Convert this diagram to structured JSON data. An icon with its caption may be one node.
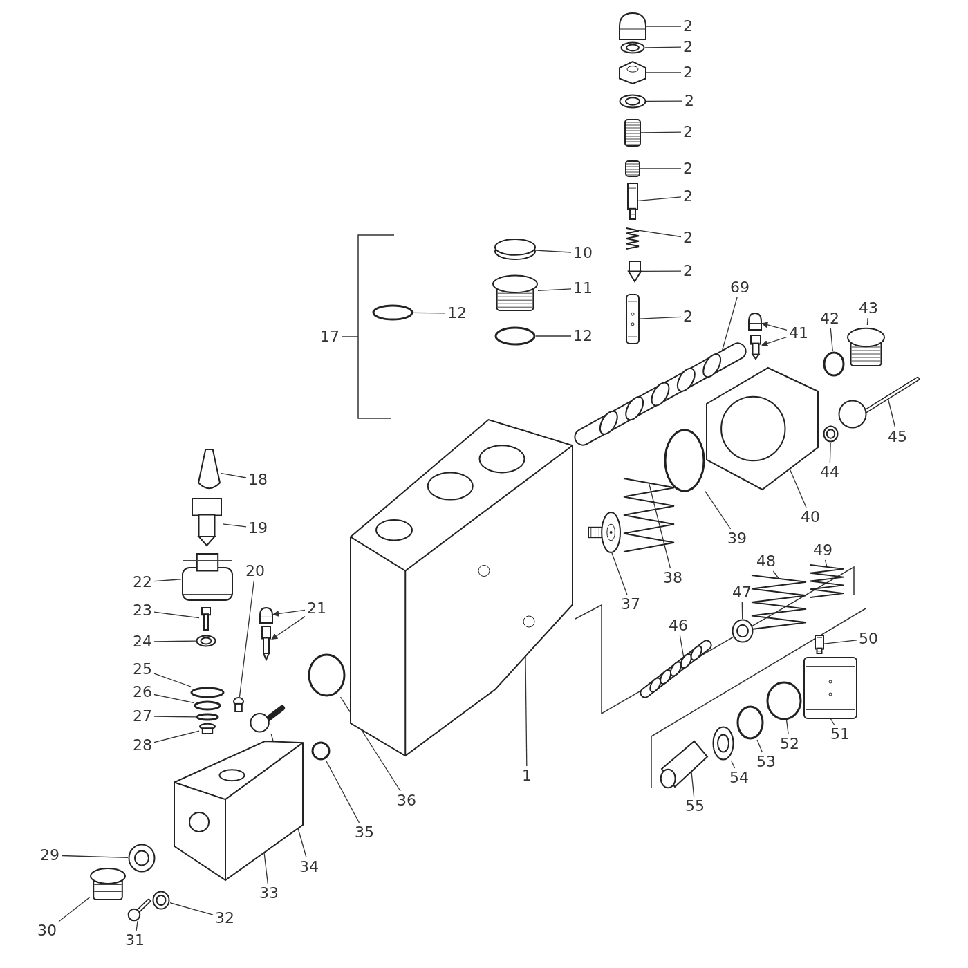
{
  "diagram": {
    "nodes": [
      {
        "text": [
          "2"
        ]
      },
      {
        "text": [],
        "shape": "picture"
      },
      {
        "text": [
          "2"
        ]
      },
      {
        "text": [],
        "shape": "circle"
      },
      {
        "text": [
          "2"
        ]
      },
      {
        "text": [],
        "shape": "picture"
      },
      {
        "text": [
          "2"
        ]
      },
      {
        "text": [],
        "shape": "circle"
      },
      {
        "text": [
          "2"
        ]
      },
      {
        "text": [],
        "shape": "picture"
      },
      {
        "text": [
          "2"
        ]
      },
      {
        "text": [],
        "shape": "picture"
      },
      {
        "text": [
          "2"
        ]
      },
      {
        "text": [],
        "shape": "box"
      },
      {
        "text": [
          "2"
        ]
      },
      {
        "text": [],
        "shape": "picture"
      },
      {
        "text": [
          "2"
        ]
      },
      {
        "text": [],
        "shape": "picture"
      },
      {
        "text": [
          "2"
        ]
      },
      {
        "text": [],
        "shape": "box"
      },
      {
        "text": [
          "10"
        ]
      },
      {
        "text": [],
        "shape": "circle"
      },
      {
        "text": [
          "11"
        ]
      },
      {
        "text": [],
        "shape": "picture"
      },
      {
        "text": [
          "12"
        ]
      },
      {
        "text": [],
        "shape": "circle"
      },
      {
        "text": [
          "12"
        ]
      },
      {
        "text": [],
        "shape": "circle"
      },
      {
        "text": [
          "69"
        ]
      },
      {
        "text": [],
        "shape": "picture"
      },
      {
        "text": [
          "41"
        ]
      },
      {
        "text": [],
        "shape": "picture"
      },
      {
        "text": [],
        "shape": "picture"
      },
      {
        "text": [
          "42"
        ]
      },
      {
        "text": [],
        "shape": "circle"
      },
      {
        "text": [
          "43"
        ]
      },
      {
        "text": [],
        "shape": "picture"
      },
      {
        "text": [
          "45"
        ]
      },
      {
        "text": [],
        "shape": "picture"
      },
      {
        "text": [
          "44"
        ]
      },
      {
        "text": [],
        "shape": "circle"
      },
      {
        "text": [
          "40"
        ]
      },
      {
        "text": [],
        "shape": "picture"
      },
      {
        "text": [
          "39"
        ]
      },
      {
        "text": [],
        "shape": "circle"
      },
      {
        "text": [
          "38"
        ]
      },
      {
        "text": [],
        "shape": "picture"
      },
      {
        "text": [
          "37"
        ]
      },
      {
        "text": [],
        "shape": "picture"
      },
      {
        "text": [
          "18"
        ]
      },
      {
        "text": [],
        "shape": "picture"
      },
      {
        "text": [
          "19"
        ]
      },
      {
        "text": [],
        "shape": "picture"
      },
      {
        "text": [
          "22"
        ]
      },
      {
        "text": [],
        "shape": "box"
      },
      {
        "text": [
          "23"
        ]
      },
      {
        "text": [],
        "shape": "picture"
      },
      {
        "text": [
          "24"
        ]
      },
      {
        "text": [],
        "shape": "circle"
      },
      {
        "text": [
          "25"
        ]
      },
      {
        "text": [],
        "shape": "circle"
      },
      {
        "text": [
          "26"
        ]
      },
      {
        "text": [],
        "shape": "circle"
      },
      {
        "text": [
          "27"
        ]
      },
      {
        "text": [],
        "shape": "circle"
      },
      {
        "text": [
          "28"
        ]
      },
      {
        "text": [],
        "shape": "circle"
      },
      {
        "text": [
          "20"
        ]
      },
      {
        "text": [],
        "shape": "circle"
      },
      {
        "text": [
          "21"
        ]
      },
      {
        "text": [],
        "shape": "picture"
      },
      {
        "text": [],
        "shape": "picture"
      },
      {
        "text": [
          "1"
        ]
      },
      {
        "text": [],
        "shape": "picture"
      },
      {
        "text": [
          "36"
        ]
      },
      {
        "text": [],
        "shape": "circle"
      },
      {
        "text": [
          "35"
        ]
      },
      {
        "text": [],
        "shape": "circle"
      },
      {
        "text": [
          "34"
        ]
      },
      {
        "text": [],
        "shape": "picture"
      },
      {
        "text": [
          "33"
        ]
      },
      {
        "text": [],
        "shape": "picture"
      },
      {
        "text": [
          "29"
        ]
      },
      {
        "text": [],
        "shape": "circle"
      },
      {
        "text": [
          "30"
        ]
      },
      {
        "text": [],
        "shape": "picture"
      },
      {
        "text": [
          "31"
        ]
      },
      {
        "text": [],
        "shape": "picture"
      },
      {
        "text": [
          "32"
        ]
      },
      {
        "text": [],
        "shape": "circle"
      },
      {
        "text": [
          "46"
        ]
      },
      {
        "text": [],
        "shape": "picture"
      },
      {
        "text": [
          "47"
        ]
      },
      {
        "text": [],
        "shape": "circle"
      },
      {
        "text": [
          "48"
        ]
      },
      {
        "text": [],
        "shape": "picture"
      },
      {
        "text": [
          "49"
        ]
      },
      {
        "text": [],
        "shape": "picture"
      },
      {
        "text": [
          "50"
        ]
      },
      {
        "text": [],
        "shape": "box"
      },
      {
        "text": [
          "51"
        ]
      },
      {
        "text": [],
        "shape": "box"
      },
      {
        "text": [
          "52"
        ]
      },
      {
        "text": [],
        "shape": "circle"
      },
      {
        "text": [
          "53"
        ]
      },
      {
        "text": [],
        "shape": "circle"
      },
      {
        "text": [
          "54"
        ]
      },
      {
        "text": [],
        "shape": "circle"
      },
      {
        "text": [
          "55"
        ]
      },
      {
        "text": [],
        "shape": "picture"
      }
    ],
    "edges": [
      {
        "from": 0,
        "to": 1,
        "arrow": "none"
      },
      {
        "from": 2,
        "to": 3,
        "arrow": "none"
      },
      {
        "from": 4,
        "to": 5,
        "arrow": "none"
      },
      {
        "from": 6,
        "to": 7,
        "arrow": "none"
      },
      {
        "from": 8,
        "to": 9,
        "arrow": "none"
      },
      {
        "from": 10,
        "to": 11,
        "arrow": "none"
      },
      {
        "from": 12,
        "to": 13,
        "arrow": "none"
      },
      {
        "from": 14,
        "to": 15,
        "arrow": "none"
      },
      {
        "from": 16,
        "to": 17,
        "arrow": "none"
      },
      {
        "from": 18,
        "to": 19,
        "arrow": "none"
      },
      {
        "from": 20,
        "to": 21,
        "arrow": "none"
      },
      {
        "from": 22,
        "to": 23,
        "arrow": "none"
      },
      {
        "from": 24,
        "to": 25,
        "arrow": "none"
      },
      {
        "from": 26,
        "to": 27,
        "arrow": "none"
      },
      {
        "from": 28,
        "to": 29,
        "arrow": "none"
      },
      {
        "from": 30,
        "to": 31,
        "arrow": "to"
      },
      {
        "from": 30,
        "to": 32,
        "arrow": "to"
      },
      {
        "from": 33,
        "to": 34,
        "arrow": "none"
      },
      {
        "from": 35,
        "to": 36,
        "arrow": "none"
      },
      {
        "from": 37,
        "to": 38,
        "arrow": "none"
      },
      {
        "from": 39,
        "to": 40,
        "arrow": "none"
      },
      {
        "from": 41,
        "to": 42,
        "arrow": "none"
      },
      {
        "from": 43,
        "to": 44,
        "arrow": "none"
      },
      {
        "from": 45,
        "to": 46,
        "arrow": "none"
      },
      {
        "from": 47,
        "to": 48,
        "arrow": "none"
      },
      {
        "from": 49,
        "to": 50,
        "arrow": "none"
      },
      {
        "from": 51,
        "to": 52,
        "arrow": "none"
      },
      {
        "from": 53,
        "to": 54,
        "arrow": "none"
      },
      {
        "from": 55,
        "to": 56,
        "arrow": "none"
      },
      {
        "from": 57,
        "to": 58,
        "arrow": "none"
      },
      {
        "from": 59,
        "to": 60,
        "arrow": "none"
      },
      {
        "from": 61,
        "to": 62,
        "arrow": "none"
      },
      {
        "from": 63,
        "to": 64,
        "arrow": "none"
      },
      {
        "from": 65,
        "to": 66,
        "arrow": "none"
      },
      {
        "from": 67,
        "to": 68,
        "arrow": "none"
      },
      {
        "from": 69,
        "to": 70,
        "arrow": "to"
      },
      {
        "from": 69,
        "to": 71,
        "arrow": "to"
      },
      {
        "from": 72,
        "to": 73,
        "arrow": "none"
      },
      {
        "from": 74,
        "to": 75,
        "arrow": "none"
      },
      {
        "from": 76,
        "to": 77,
        "arrow": "none"
      },
      {
        "from": 78,
        "to": 79,
        "arrow": "none"
      },
      {
        "from": 80,
        "to": 81,
        "arrow": "none"
      },
      {
        "from": 82,
        "to": 83,
        "arrow": "none"
      },
      {
        "from": 84,
        "to": 85,
        "arrow": "none"
      },
      {
        "from": 86,
        "to": 87,
        "arrow": "none"
      },
      {
        "from": 88,
        "to": 89,
        "arrow": "none"
      },
      {
        "from": 90,
        "to": 91,
        "arrow": "none"
      },
      {
        "from": 92,
        "to": 93,
        "arrow": "none"
      },
      {
        "from": 94,
        "to": 95,
        "arrow": "none"
      },
      {
        "from": 96,
        "to": 97,
        "arrow": "none"
      },
      {
        "from": 98,
        "to": 99,
        "arrow": "none"
      },
      {
        "from": 100,
        "to": 101,
        "arrow": "none"
      },
      {
        "from": 102,
        "to": 103,
        "arrow": "none"
      },
      {
        "from": 104,
        "to": 105,
        "arrow": "none"
      },
      {
        "from": 106,
        "to": 107,
        "arrow": "none"
      },
      {
        "from": 108,
        "to": 109,
        "arrow": "none"
      }
    ],
    "labels": [
      "17"
    ]
  }
}
